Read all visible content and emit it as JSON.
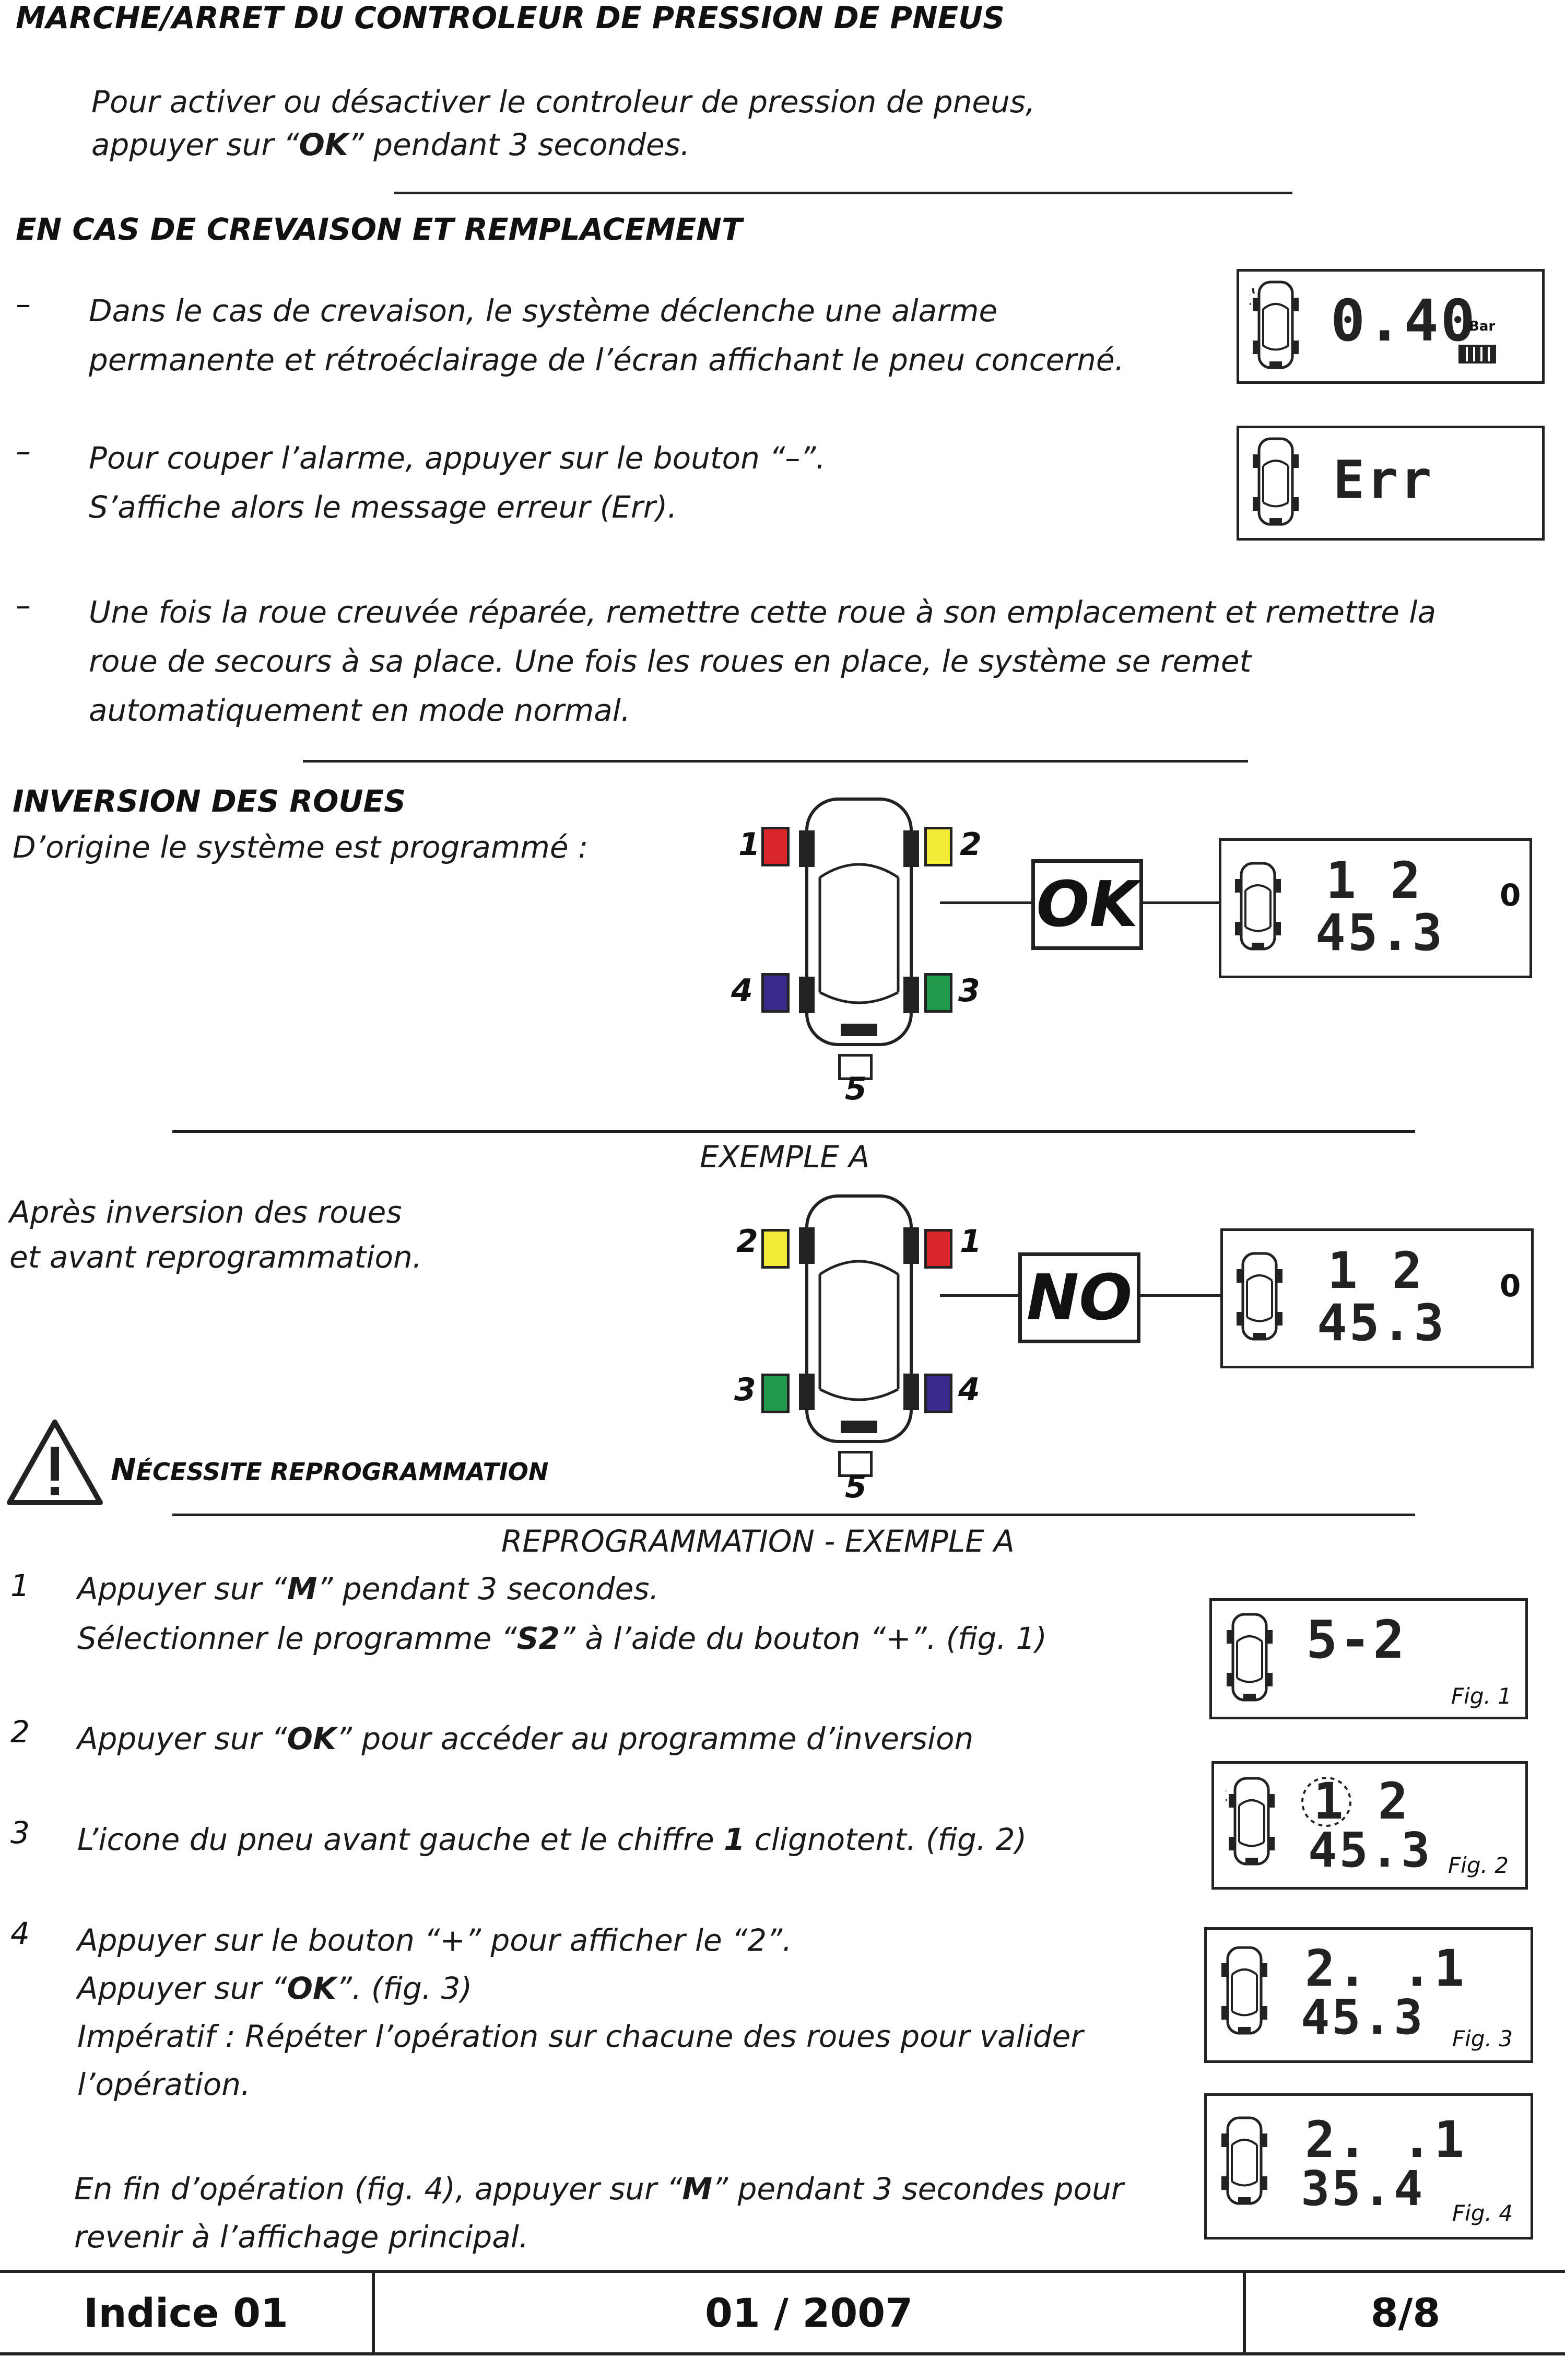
{
  "s1": {
    "title": "MARCHE/ARRET DU CONTROLEUR DE PRESSION DE PNEUS",
    "l1": "Pour activer ou désactiver le controleur de pression de pneus,",
    "l2a": "appuyer sur “",
    "l2k": "OK",
    "l2b": "” pendant 3 secondes."
  },
  "s2": {
    "title": "EN CAS DE CREVAISON ET REMPLACEMENT",
    "dash": "–",
    "i1a": "Dans le cas de crevaison, le système déclenche une alarme",
    "i1b": "permanente et rétroéclairage de l’écran affichant le pneu concerné.",
    "i2a": "Pour couper l’alarme, appuyer sur le bouton “–”.",
    "i2b": "S’affiche alors le message erreur (Err).",
    "i3a": "Une fois la roue creuvée réparée, remettre cette roue à son emplacement et remettre la",
    "i3b": "roue de secours à sa place. Une fois les roues en place, le système se remet",
    "i3c": "automatiquement en mode normal.",
    "lcd1": {
      "value": "0.40",
      "unit": "Bar"
    },
    "lcd2": {
      "value": "Err"
    }
  },
  "s3": {
    "title": "INVERSION DES ROUES",
    "sub": "D’origine le système est programmé :",
    "wheels": {
      "w1": "1",
      "w2": "2",
      "w3": "3",
      "w4": "4",
      "w5": "5"
    },
    "ok": "OK",
    "lcd": {
      "top": "1 2",
      "bottom": "45.3",
      "side": "0"
    },
    "example": "EXEMPLE A",
    "after1": "Après inversion des roues",
    "after2": "et avant reprogrammation.",
    "no": "NO",
    "warning_first": "N",
    "warning_rest": "ÉCESSITE REPROGRAMMATION",
    "colors": {
      "red": "#d8262b",
      "yellow": "#f4ea3a",
      "green": "#1f9a4a",
      "violet": "#3a2a8e"
    }
  },
  "s4": {
    "title": "REPROGRAMMATION - EXEMPLE A",
    "n1": "1",
    "n2": "2",
    "n3": "3",
    "n4": "4",
    "i1a_a": "Appuyer sur “",
    "i1a_k": "M",
    "i1a_b": "” pendant 3 secondes.",
    "i1b_a": "Sélectionner le programme “",
    "i1b_k": "S2",
    "i1b_b": "” à l’aide du bouton “+”. (fig. 1)",
    "i2_a": "Appuyer sur “",
    "i2_k": "OK",
    "i2_b": "” pour accéder au programme d’inversion",
    "i3_a": "L’icone du pneu avant gauche et le chiffre ",
    "i3_k": "1",
    "i3_b": " clignotent. (fig. 2)",
    "i4a": "Appuyer sur le bouton “+” pour afficher le “2”.",
    "i4b_a": "Appuyer sur “",
    "i4b_k": "OK",
    "i4b_b": "”. (fig. 3)",
    "i4c": "Impératif : Répéter l’opération sur chacune des roues pour valider",
    "i4d": "l’opération.",
    "i5a_a": "En fin d’opération (fig. 4), appuyer sur “",
    "i5a_k": "M",
    "i5a_b": "” pendant 3 secondes pour",
    "i5b": "revenir à l’affichage principal.",
    "fig1": {
      "value": "5-2",
      "label": "Fig. 1"
    },
    "fig2": {
      "top": "1 2",
      "bottom": "45.3",
      "label": "Fig. 2"
    },
    "fig3": {
      "top": "2. .1",
      "bottom": "45.3",
      "label": "Fig. 3"
    },
    "fig4": {
      "top": "2. .1",
      "bottom": "35.4",
      "label": "Fig. 4"
    }
  },
  "footer": {
    "indice": "Indice 01",
    "date": "01 / 2007",
    "page": "8/8"
  }
}
